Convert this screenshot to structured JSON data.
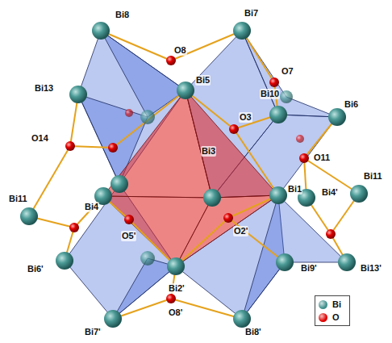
{
  "diagram": {
    "labels": [
      "Bi8",
      "Bi7",
      "O8",
      "O7",
      "Bi13",
      "Bi5",
      "Bi10",
      "Bi6",
      "O3",
      "O11",
      "O14",
      "Bi3",
      "Bi1",
      "Bi4'",
      "Bi11",
      "Bi11",
      "Bi4",
      "O5'",
      "O2'",
      "Bi6'",
      "Bi2'",
      "Bi9'",
      "Bi13'",
      "Bi7'",
      "O8'",
      "Bi8'"
    ],
    "legend": [
      {
        "text": "Bi",
        "color": "#3f8f8c"
      },
      {
        "text": "O",
        "color": "#e00000"
      }
    ]
  }
}
